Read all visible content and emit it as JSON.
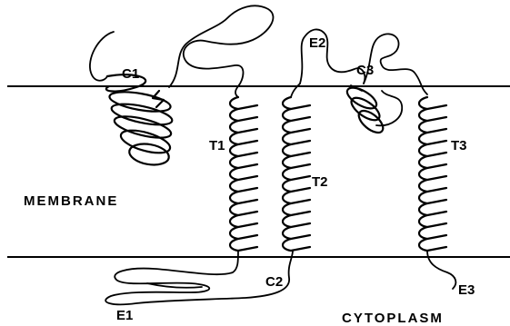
{
  "regions": {
    "membrane": "MEMBRANE",
    "cytoplasm": "CYTOPLASM"
  },
  "labels": {
    "c1": "C1",
    "c2": "C2",
    "c3": "C3",
    "e1": "E1",
    "e2": "E2",
    "e3": "E3",
    "t1": "T1",
    "t2": "T2",
    "t3": "T3"
  },
  "colors": {
    "ink": "#000000",
    "background": "#ffffff"
  }
}
